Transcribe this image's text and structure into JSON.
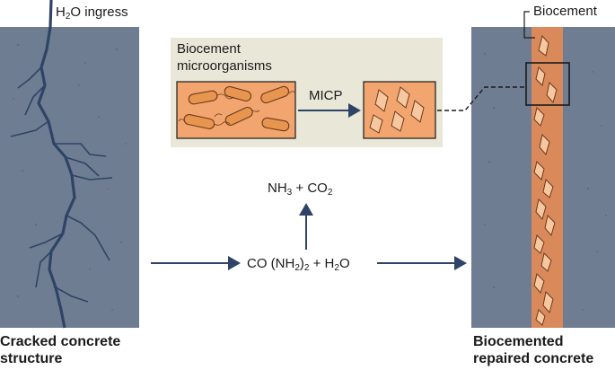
{
  "labels": {
    "water_ingress": "H₂O ingress",
    "biocement_callout": "Biocement",
    "biocement_microorganisms_line1": "Biocement",
    "biocement_microorganisms_line2": "microorganisms",
    "micp": "MICP",
    "reaction_products": "NH₃ + CO₂",
    "reaction_reactants": "CO (NH₂)₂ + H₂O",
    "left_caption_line1": "Cracked concrete",
    "left_caption_line2": "structure",
    "right_caption_line1": "Biocemented",
    "right_caption_line2": "repaired concrete"
  },
  "colors": {
    "concrete": "#6f7d92",
    "crack": "#2e4466",
    "inset_panel": "#e9e7d8",
    "culture_fill": "#f2a56e",
    "biocement_band": "#d9895a",
    "crystal": "#f7c8a0",
    "arrow": "#2e4466"
  }
}
